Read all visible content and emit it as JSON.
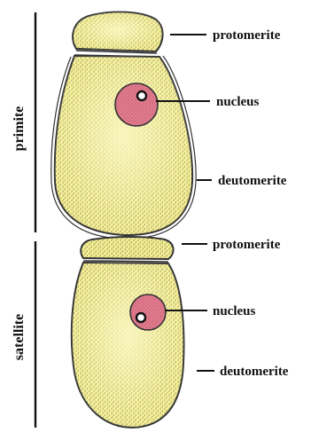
{
  "diagram": {
    "groups": [
      {
        "label": "primite"
      },
      {
        "label": "satellite"
      }
    ],
    "labels": {
      "primite_protomerite": "protomerite",
      "primite_nucleus": "nucleus",
      "primite_deutomerite": "deutomerite",
      "satellite_protomerite": "protomerite",
      "satellite_nucleus": "nucleus",
      "satellite_deutomerite": "deutomerite"
    }
  },
  "colors": {
    "cytoplasm": "#f7f3a6",
    "outline": "#333333",
    "nucleus": "#e27b8e",
    "dots": "#444444"
  }
}
